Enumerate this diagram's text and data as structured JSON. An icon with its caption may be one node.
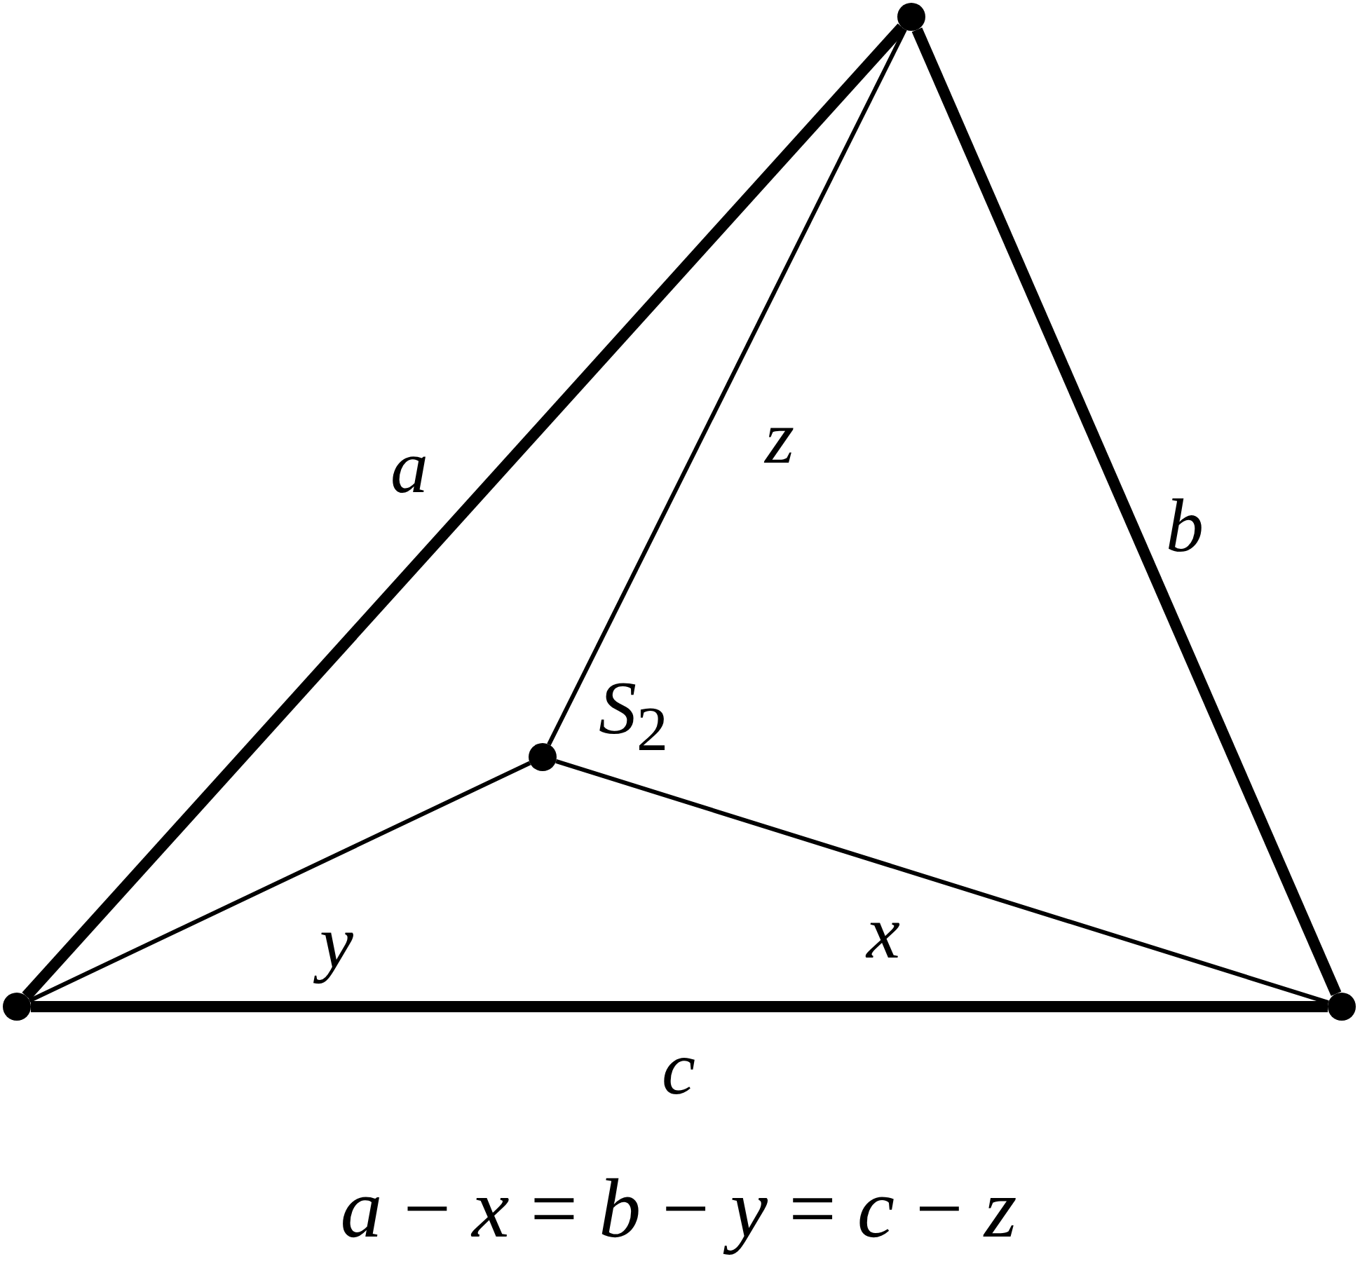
{
  "diagram": {
    "caption": "*a* − *x* = *b* − *y* = *c* − *z*",
    "nodes": [
      {
        "text": [],
        "shape": "circle"
      },
      {
        "text": [],
        "shape": "circle"
      },
      {
        "text": [],
        "shape": "circle"
      },
      {
        "text": [],
        "shape": "circle",
        "beside": [
          "*S*$_{2}$"
        ]
      }
    ],
    "edges": [
      {
        "from": 0,
        "to": 1,
        "arrow": "none",
        "label": "a",
        "style": "thick"
      },
      {
        "from": 0,
        "to": 2,
        "arrow": "none",
        "label": "b",
        "style": "thick"
      },
      {
        "from": 1,
        "to": 2,
        "arrow": "none",
        "label": "c",
        "style": "thick"
      },
      {
        "from": 3,
        "to": 0,
        "arrow": "none",
        "label": "z"
      },
      {
        "from": 3,
        "to": 2,
        "arrow": "none",
        "label": "x"
      },
      {
        "from": 3,
        "to": 1,
        "arrow": "none",
        "label": "y"
      }
    ]
  }
}
